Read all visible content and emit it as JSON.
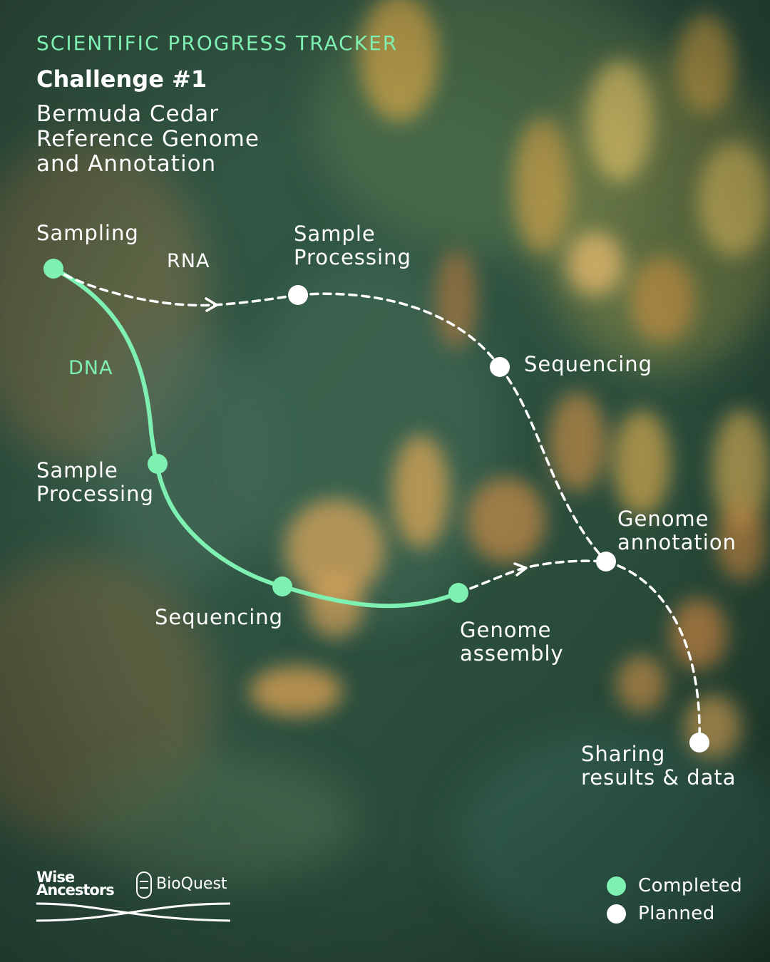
{
  "header": {
    "kicker": "SCIENTIFIC PROGRESS TRACKER",
    "challenge": "Challenge #1",
    "subtitle_lines": [
      "Bermuda Cedar",
      "Reference Genome",
      "and Annotation"
    ]
  },
  "branches": {
    "rna": "RNA",
    "dna": "DNA"
  },
  "nodes": {
    "sampling": {
      "lines": [
        "Sampling"
      ],
      "status": "completed"
    },
    "dna_sample_processing": {
      "lines": [
        "Sample",
        "Processing"
      ],
      "status": "completed"
    },
    "dna_sequencing": {
      "lines": [
        "Sequencing"
      ],
      "status": "completed"
    },
    "genome_assembly": {
      "lines": [
        "Genome",
        "assembly"
      ],
      "status": "completed"
    },
    "rna_sample_processing": {
      "lines": [
        "Sample",
        "Processing"
      ],
      "status": "planned"
    },
    "rna_sequencing": {
      "lines": [
        "Sequencing"
      ],
      "status": "planned"
    },
    "genome_annotation": {
      "lines": [
        "Genome",
        "annotation"
      ],
      "status": "planned"
    },
    "sharing": {
      "lines": [
        "Sharing",
        "results & data"
      ],
      "status": "planned"
    }
  },
  "legend": {
    "completed": "Completed",
    "planned": "Planned"
  },
  "logos": {
    "wise_ancestors_lines": [
      "Wise",
      "Ancestors"
    ],
    "bioquest": "BioQuest"
  },
  "colors": {
    "completed": "#7ef0b2",
    "planned": "#ffffff"
  }
}
